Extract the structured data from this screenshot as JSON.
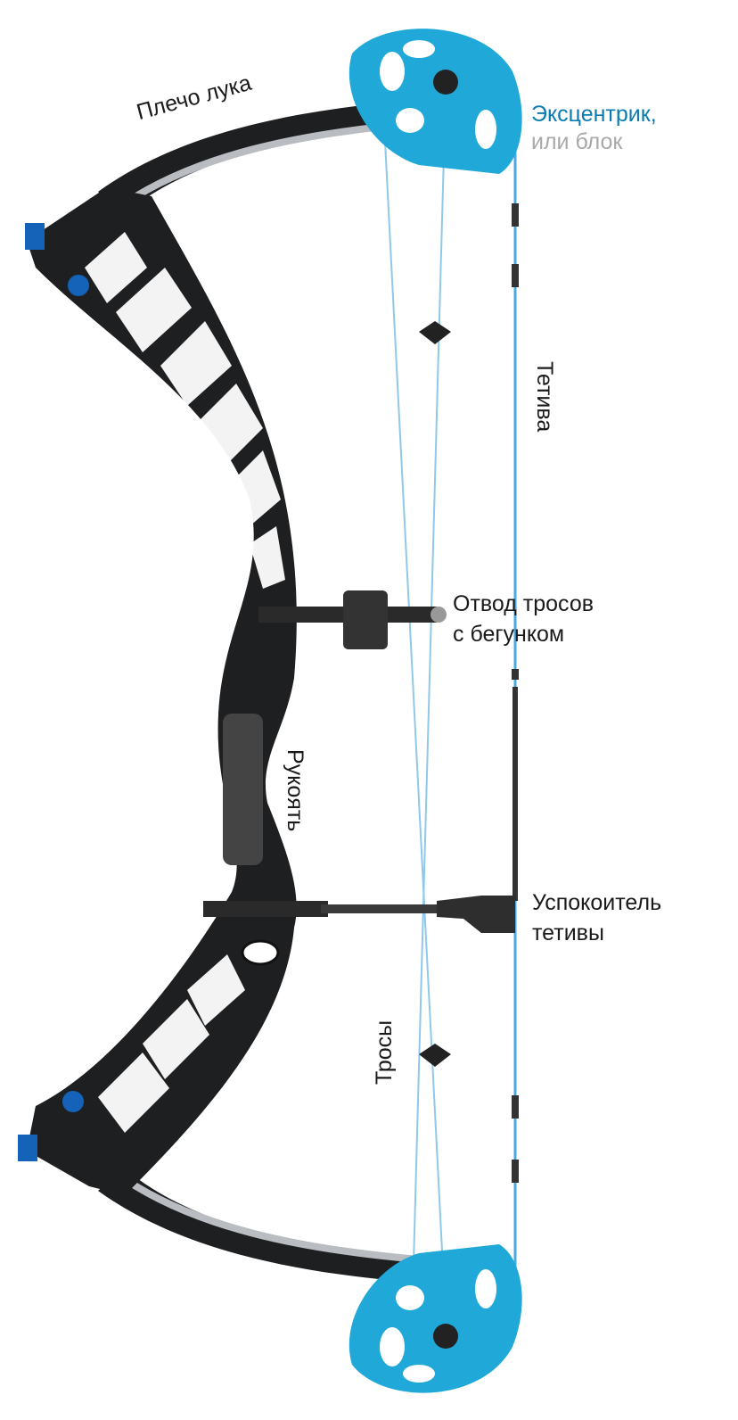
{
  "title": "Compound bow parts",
  "labels": {
    "limb": "Плечо лука",
    "cam_line1": "Эксцентрик,",
    "cam_line2": "или блок",
    "string": "Тетива",
    "cable_guard_line1": "Отвод тросов",
    "cable_guard_line2": "с бегунком",
    "grip": "Рукоять",
    "dampener_line1": "Успокоитель",
    "dampener_line2": "тетивы",
    "cables": "Тросы"
  },
  "colors": {
    "cam": "#1fa8d8",
    "cam_label": "#0a7db0",
    "cam_sub_label": "#a9a9a9",
    "riser": "#1e1f21",
    "limb_highlight": "#b9bcc0",
    "string": "#4aa9e0"
  }
}
